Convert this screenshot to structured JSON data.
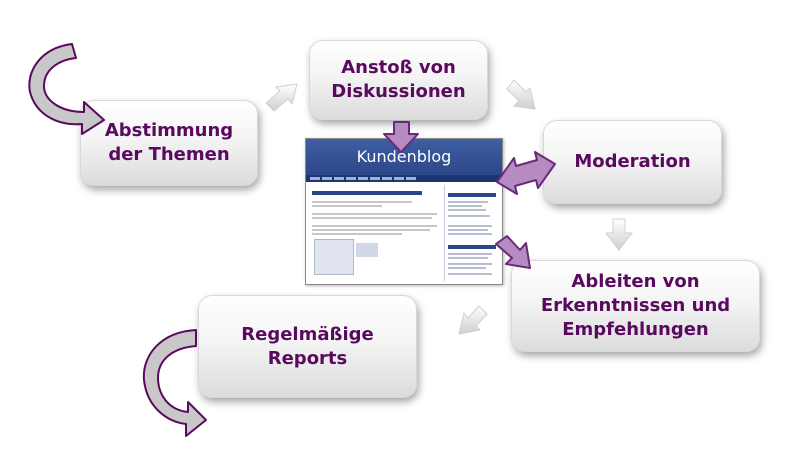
{
  "steps": {
    "abstimmung": {
      "line1": "Abstimmung",
      "line2": "der Themen"
    },
    "anstoss": {
      "line1": "Anstoß von",
      "line2": "Diskussionen"
    },
    "moderation": {
      "line1": "Moderation"
    },
    "ableiten": {
      "line1": "Ableiten von",
      "line2": "Erkenntnissen und",
      "line3": "Empfehlungen"
    },
    "reports": {
      "line1": "Regelmäßige",
      "line2": "Reports"
    }
  },
  "blog": {
    "title": "Kundenblog"
  },
  "colors": {
    "text": "#5a0a5e",
    "purple_arrow_fill": "#b58bc2",
    "purple_arrow_stroke": "#6a2a78",
    "gray_arrow": "#d8d8d8",
    "curl_fill": "#c8c8c8",
    "blog_header": "#2c4788"
  }
}
